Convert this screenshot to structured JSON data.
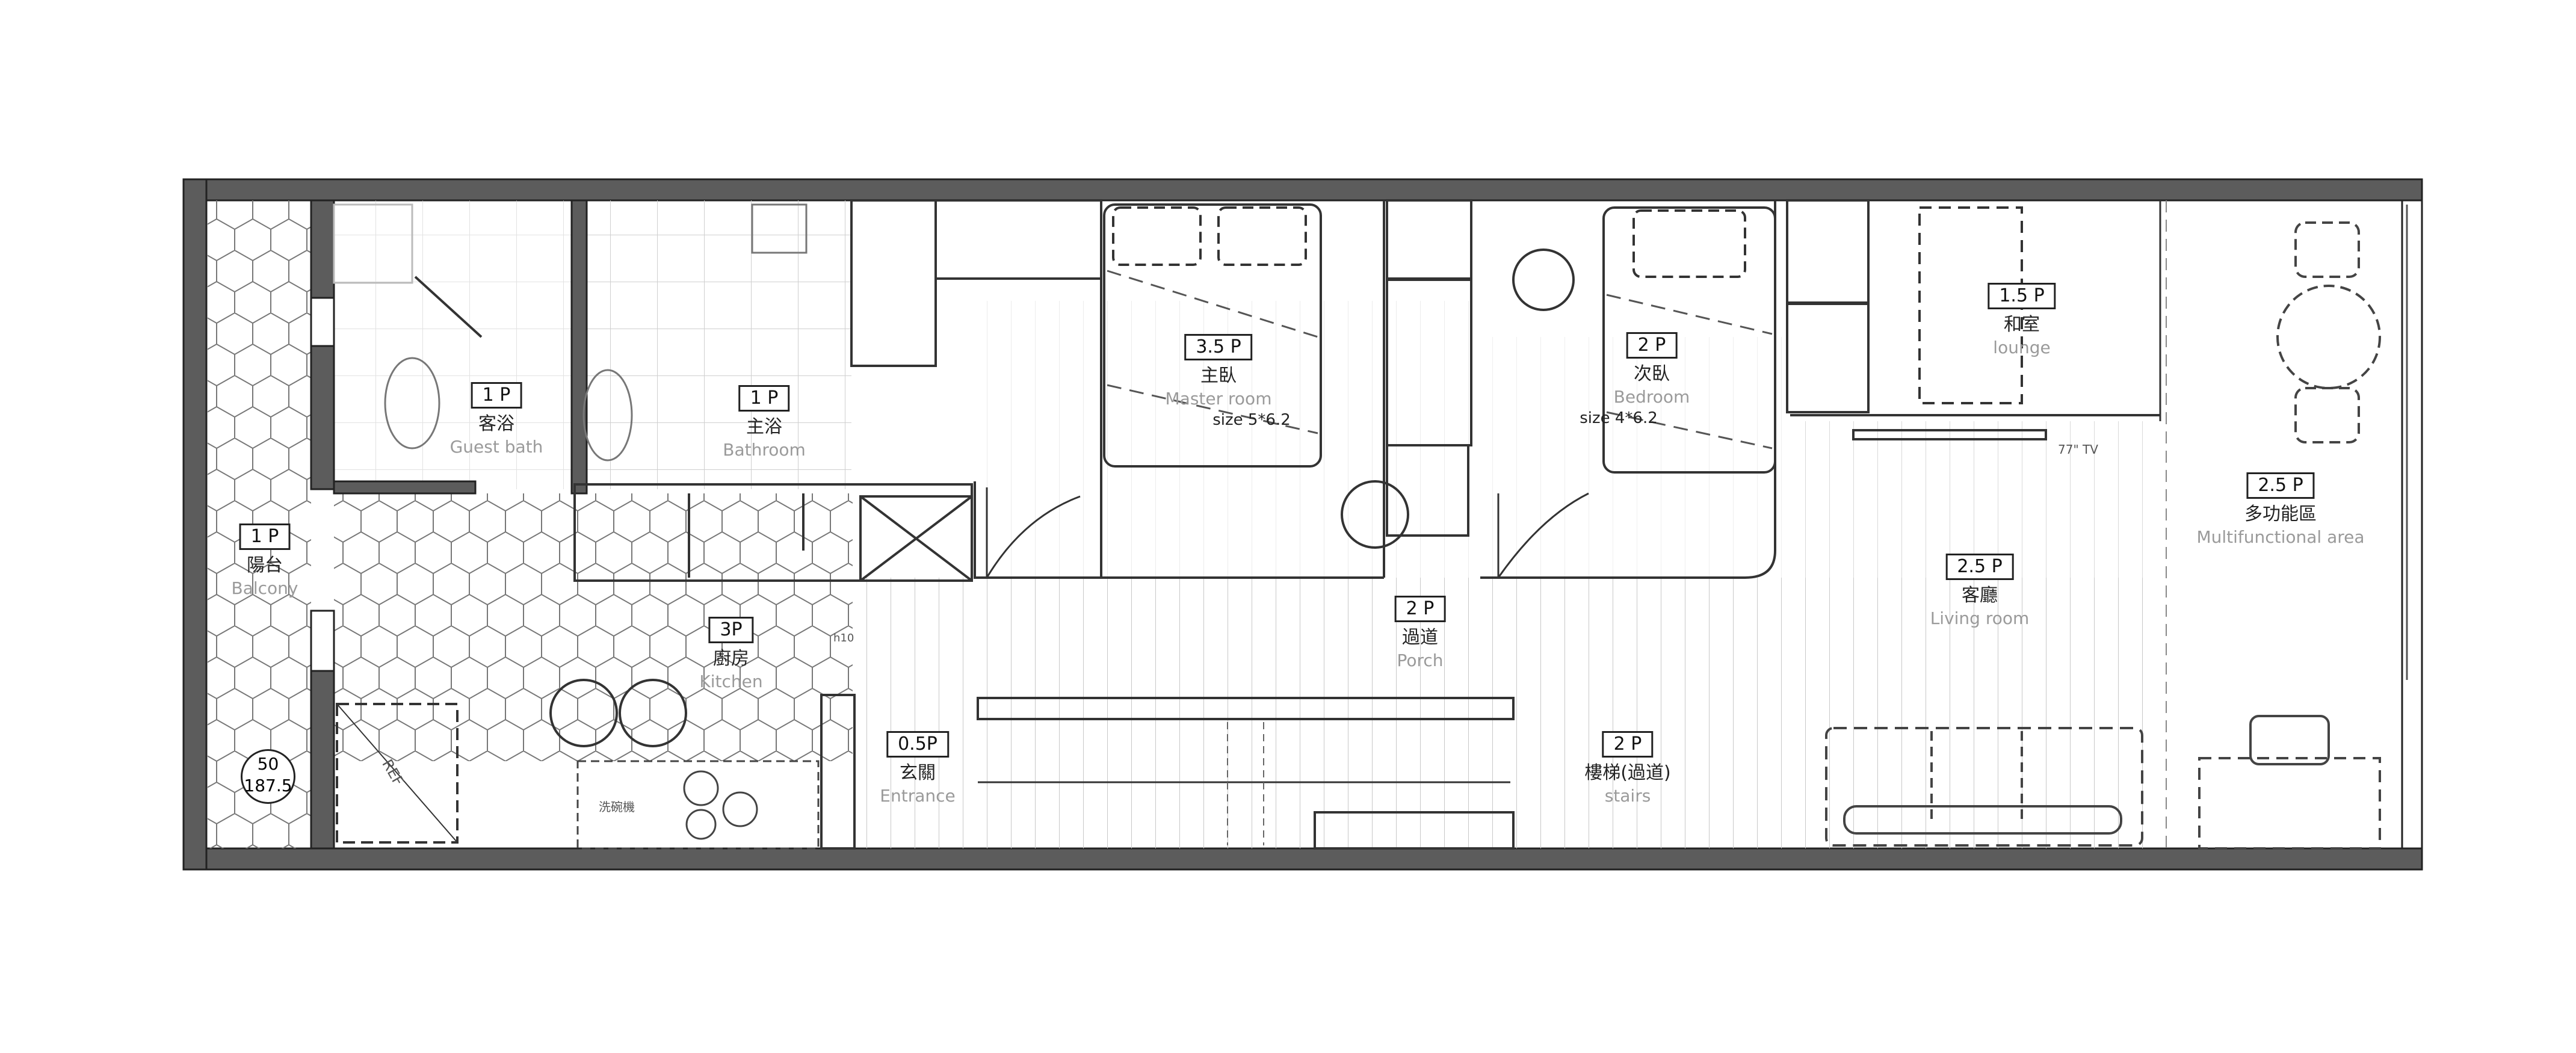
{
  "rooms": {
    "balcony": {
      "ping": "1 P",
      "zh": "陽台",
      "en": "Balcony"
    },
    "guest_bath": {
      "ping": "1 P",
      "zh": "客浴",
      "en": "Guest bath"
    },
    "bathroom": {
      "ping": "1 P",
      "zh": "主浴",
      "en": "Bathroom"
    },
    "master": {
      "ping": "3.5 P",
      "zh": "主臥",
      "en": "Master room",
      "size": "size 5*6.2"
    },
    "bedroom": {
      "ping": "2 P",
      "zh": "次臥",
      "en": "Bedroom",
      "size": "size 4*6.2"
    },
    "lounge": {
      "ping": "1.5 P",
      "zh": "和室",
      "en": "lounge"
    },
    "multi": {
      "ping": "2.5 P",
      "zh": "多功能區",
      "en": "Multifunctional area"
    },
    "kitchen": {
      "ping": "3P",
      "zh": "廚房",
      "en": "Kitchen"
    },
    "porch": {
      "ping": "2 P",
      "zh": "過道",
      "en": "Porch"
    },
    "living": {
      "ping": "2.5 P",
      "zh": "客廳",
      "en": "Living room"
    },
    "entrance": {
      "ping": "0.5P",
      "zh": "玄關",
      "en": "Entrance"
    },
    "stairs": {
      "ping": "2 P",
      "zh": "樓梯(過道)",
      "en": "stairs"
    }
  },
  "annotations": {
    "balcony_dim_top": "50",
    "balcony_dim_bottom": "187.5",
    "ref": "REF",
    "tv": "77\" TV",
    "dishwasher": "洗碗機",
    "h10": "h10"
  },
  "colors": {
    "wall": "#444444",
    "wall_fill": "#5c5c5c",
    "line": "#333333",
    "thin": "#888888",
    "dash": "#555555"
  }
}
